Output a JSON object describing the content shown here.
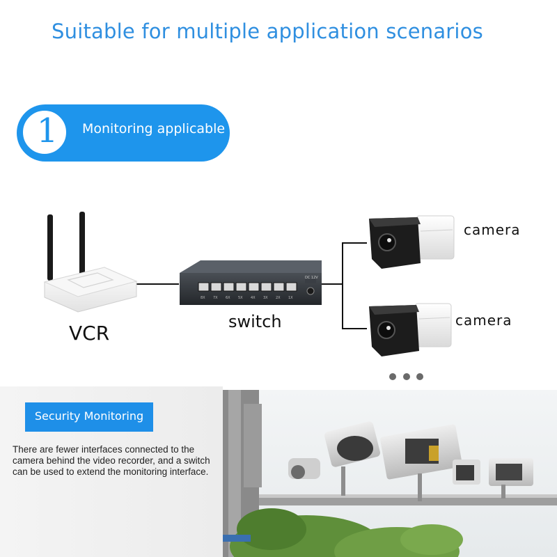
{
  "title": "Suitable for multiple application scenarios",
  "section": {
    "number": "1",
    "label": "Monitoring applicable"
  },
  "diagram": {
    "vcr_label": "VCR",
    "switch_label": "switch",
    "camera_label_1": "camera",
    "camera_label_2": "camera",
    "switch_ports": [
      "8X",
      "7X",
      "6X",
      "5X",
      "4X",
      "3X",
      "2X",
      "1X"
    ],
    "switch_dc_label": "DC 12V"
  },
  "panel": {
    "badge": "Security Monitoring",
    "description": "There are fewer interfaces connected to the camera behind the video recorder, and a switch can be used to extend the monitoring interface."
  },
  "colors": {
    "accent": "#1e95ec",
    "title": "#2f8fe0"
  }
}
